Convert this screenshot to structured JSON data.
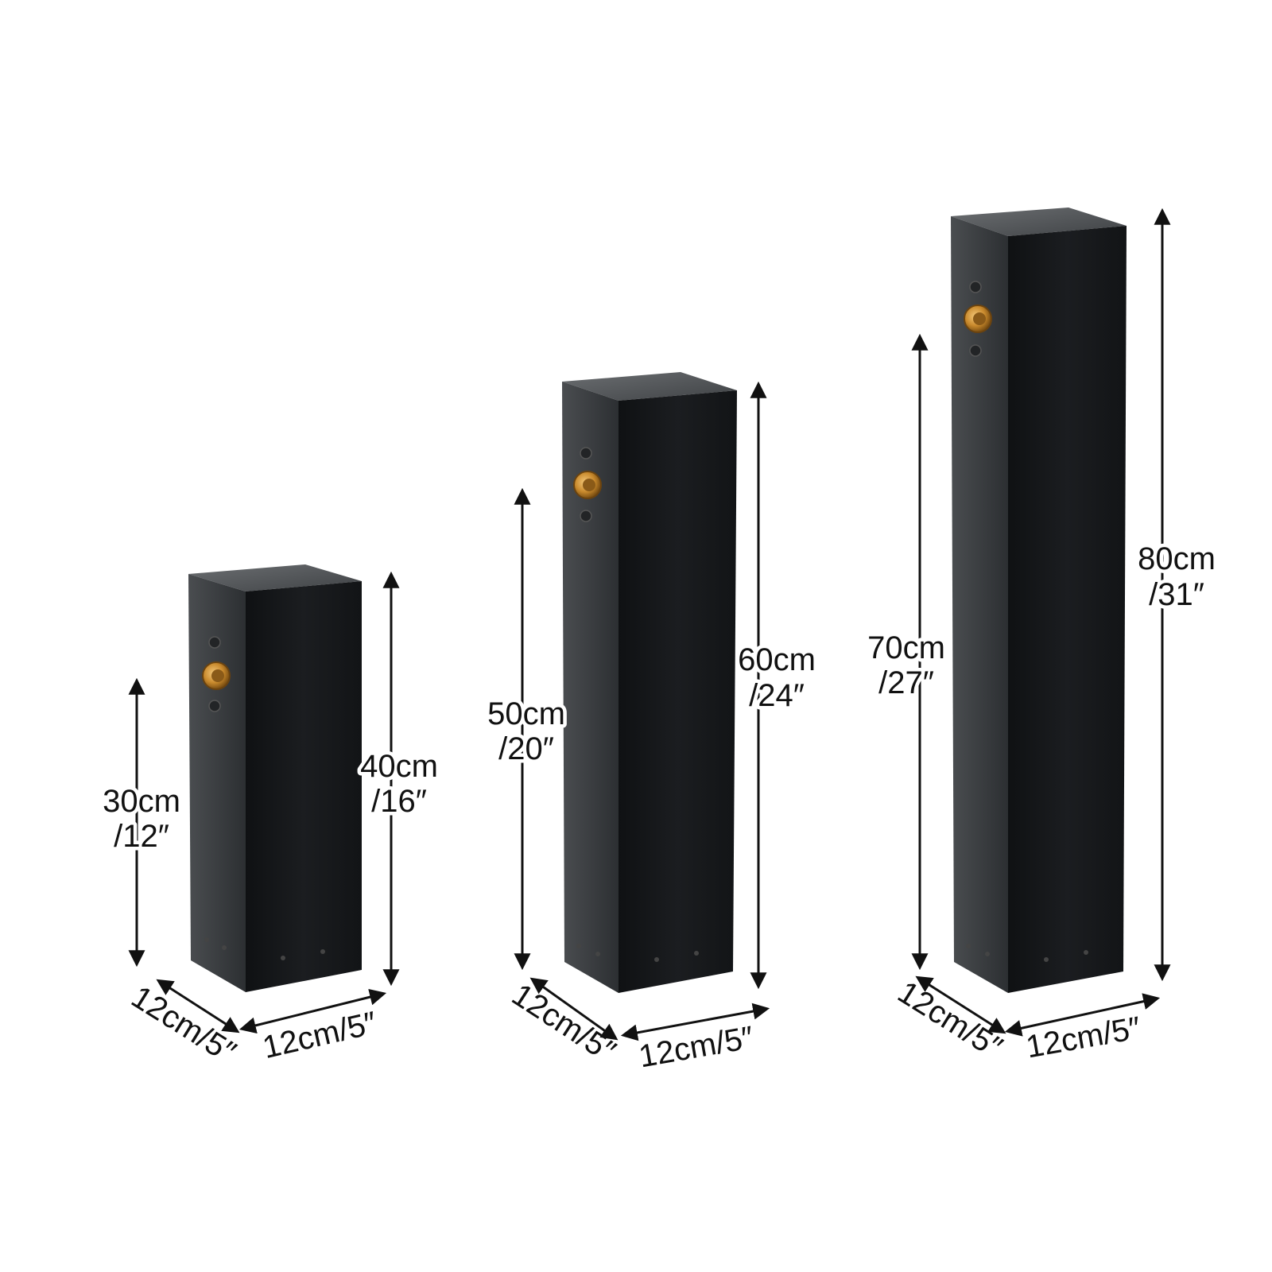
{
  "colors": {
    "background": "#ffffff",
    "post_front": "#16181b",
    "post_side": "#3a3d40",
    "post_top": "#585b5e",
    "fitting_brass": "#c8892c",
    "screw": "#222426",
    "dimension_line": "#111111"
  },
  "icons": [
    "arrow-head-icon",
    "brass-fitting-icon",
    "screw-icon"
  ],
  "posts": [
    {
      "height_label_line1": "40cm",
      "height_label_line2": "/16″",
      "outlet_height_label_line1": "30cm",
      "outlet_height_label_line2": "/12″",
      "depth_label": "12cm/5″",
      "width_label": "12cm/5″"
    },
    {
      "height_label_line1": "60cm",
      "height_label_line2": "/24″",
      "outlet_height_label_line1": "50cm",
      "outlet_height_label_line2": "/20″",
      "depth_label": "12cm/5″",
      "width_label": "12cm/5″"
    },
    {
      "height_label_line1": "80cm",
      "height_label_line2": "/31″",
      "outlet_height_label_line1": "70cm",
      "outlet_height_label_line2": "/27″",
      "depth_label": "12cm/5″",
      "width_label": "12cm/5″"
    }
  ]
}
